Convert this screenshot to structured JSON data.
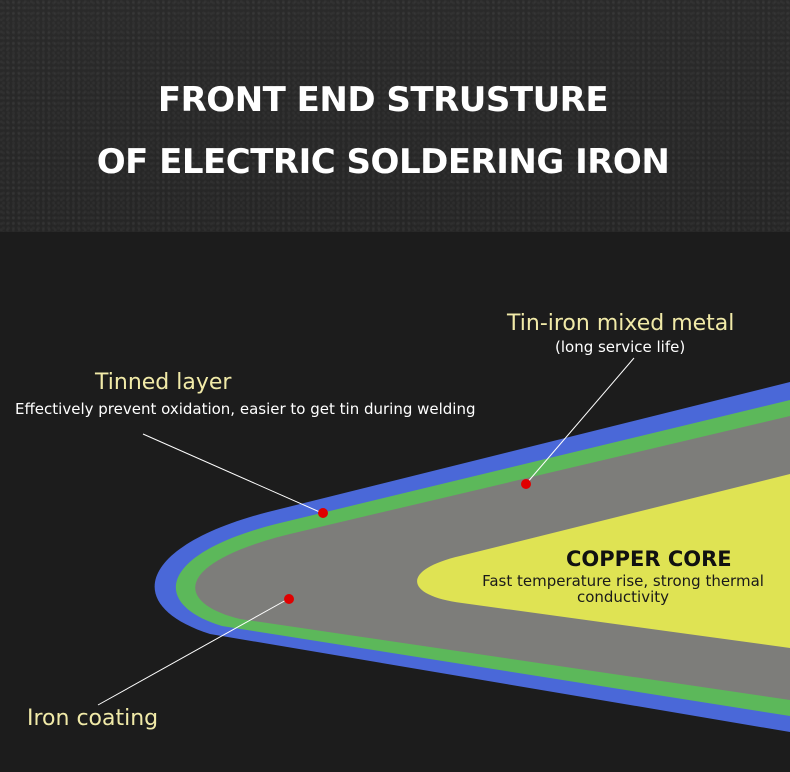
{
  "header": {
    "title_line1": "FRONT END STRUSTURE",
    "title_line2": "OF ELECTRIC SOLDERING IRON"
  },
  "labels": {
    "tin_iron": {
      "title": "Tin-iron mixed metal",
      "desc": "(long service life)"
    },
    "tinned_layer": {
      "title": "Tinned layer",
      "desc": "Effectively prevent oxidation, easier to get tin during welding"
    },
    "copper_core": {
      "title": "COPPER CORE",
      "desc": "Fast temperature rise, strong thermal conductivity"
    },
    "iron_coating": {
      "title": "Iron coating"
    }
  },
  "colors": {
    "tinned_layer": "#4a68d8",
    "tin_iron_layer": "#5cb85a",
    "iron_coating": "#7d7d7a",
    "copper_core": "#dfe353",
    "marker": "#e00000",
    "label_title": "#f1eaa8"
  }
}
